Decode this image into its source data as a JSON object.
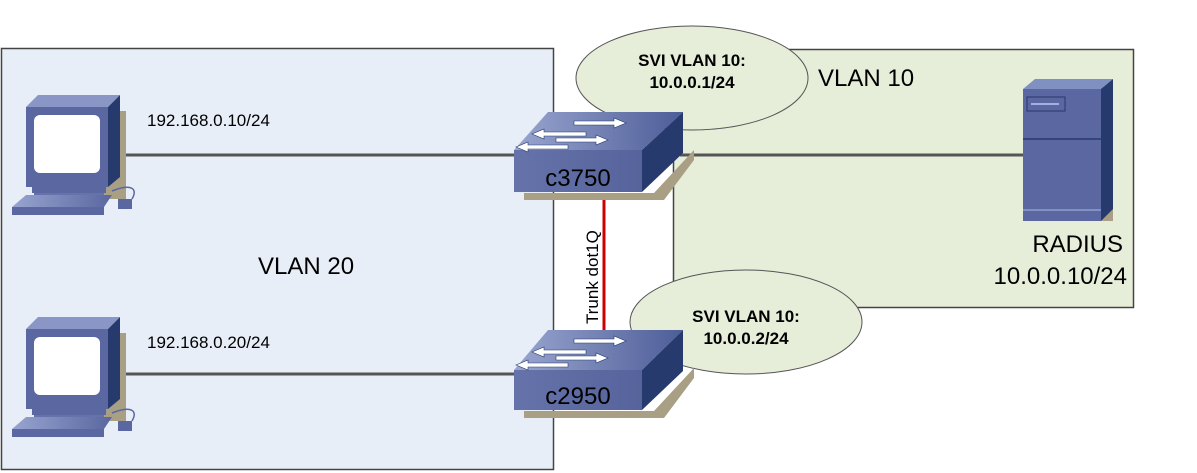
{
  "diagram": {
    "zones": {
      "vlan20": {
        "label": "VLAN 20",
        "fill": "#e8eef7"
      },
      "vlan10": {
        "label": "VLAN 10",
        "fill": "#e6edd9"
      }
    },
    "hosts": [
      {
        "id": "pc1",
        "ip": "192.168.0.10/24"
      },
      {
        "id": "pc2",
        "ip": "192.168.0.20/24"
      }
    ],
    "switches": [
      {
        "id": "sw1",
        "name": "c3750",
        "svi_title": "SVI VLAN 10:",
        "svi_ip": "10.0.0.1/24"
      },
      {
        "id": "sw2",
        "name": "c2950",
        "svi_title": "SVI VLAN 10:",
        "svi_ip": "10.0.0.2/24"
      }
    ],
    "server": {
      "name": "RADIUS",
      "ip": "10.0.0.10/24"
    },
    "trunk": {
      "label": "Trunk dot1Q",
      "color": "#cc0000"
    },
    "colors": {
      "device_face": "#5a67a0",
      "device_dark": "#263a6e",
      "device_top": "#8090c0",
      "shadow": "#a89f85",
      "link": "#555555",
      "svi_fill": "#e6edd9"
    }
  }
}
